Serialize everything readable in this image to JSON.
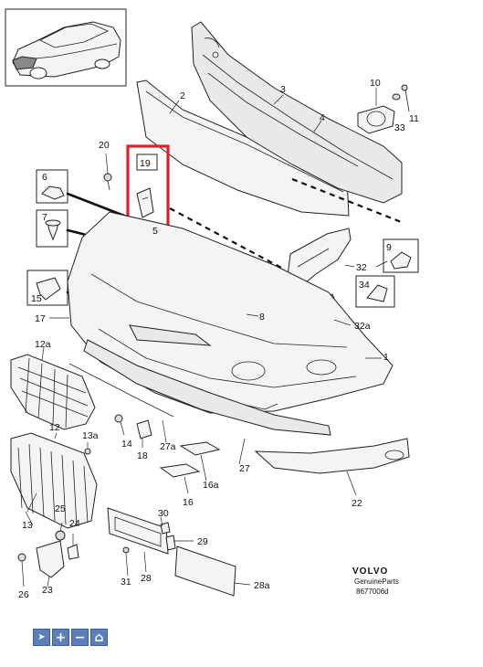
{
  "labels": {
    "p1": "1",
    "p2": "2",
    "p3": "3",
    "p4": "4",
    "p5": "5",
    "p6": "6",
    "p7": "7",
    "p8": "8",
    "p9": "9",
    "p10": "10",
    "p11": "11",
    "p12": "12",
    "p12a": "12a",
    "p13": "13",
    "p13a": "13a",
    "p14": "14",
    "p15": "15",
    "p16": "16",
    "p16a": "16a",
    "p17": "17",
    "p18": "18",
    "p19": "19",
    "p20": "20",
    "p22": "22",
    "p23": "23",
    "p24": "24",
    "p25": "25",
    "p26": "26",
    "p27": "27",
    "p27a": "27a",
    "p28": "28",
    "p28a": "28a",
    "p29": "29",
    "p30": "30",
    "p31": "31",
    "p32": "32",
    "p32a": "32a",
    "p33": "33",
    "p34": "34"
  },
  "brand": {
    "name": "VOLVO",
    "sub": "GenuineParts",
    "code": "8677006d"
  },
  "highlight_color": "#e0202a",
  "toolbar": {
    "buttons": [
      {
        "icon": "pointer-icon",
        "glyph": "➤"
      },
      {
        "icon": "zoom-in-icon",
        "glyph": "+"
      },
      {
        "icon": "zoom-out-icon",
        "glyph": "−"
      },
      {
        "icon": "home-icon",
        "glyph": "⌂"
      }
    ]
  }
}
